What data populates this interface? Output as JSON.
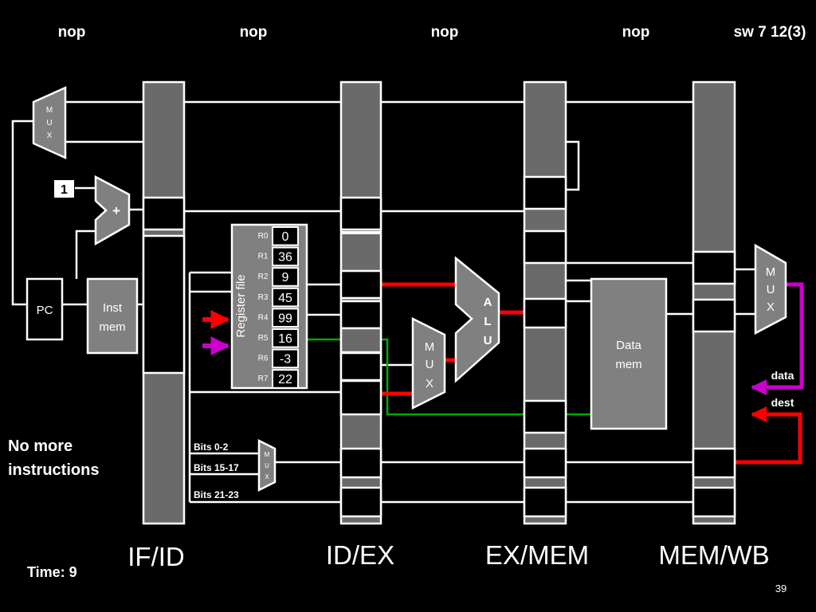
{
  "stage_instructions": [
    "nop",
    "nop",
    "nop",
    "nop",
    "sw 7 12(3)"
  ],
  "pipeline_registers": [
    "IF/ID",
    "ID/EX",
    "EX/MEM",
    "MEM/WB"
  ],
  "mux_label": [
    "M",
    "U",
    "X"
  ],
  "add_constant": "1",
  "add_symbol": "+",
  "pc_label": "PC",
  "inst_mem_label": [
    "Inst",
    "mem"
  ],
  "register_file": {
    "title": "Register file",
    "registers": [
      {
        "name": "R0",
        "value": "0"
      },
      {
        "name": "R1",
        "value": "36"
      },
      {
        "name": "R2",
        "value": "9"
      },
      {
        "name": "R3",
        "value": "45"
      },
      {
        "name": "R4",
        "value": "99"
      },
      {
        "name": "R5",
        "value": "16"
      },
      {
        "name": "R6",
        "value": "-3"
      },
      {
        "name": "R7",
        "value": "22"
      }
    ]
  },
  "alu_label": [
    "A",
    "L",
    "U"
  ],
  "data_mem_label": [
    "Data",
    "mem"
  ],
  "bits_labels": [
    "Bits 0-2",
    "Bits 15-17",
    "Bits 21-23"
  ],
  "writeback_labels": {
    "data": "data",
    "dest": "dest"
  },
  "status": [
    "No more",
    "instructions"
  ],
  "time_label": "Time: 9",
  "slide_number": "39",
  "colors": {
    "active": "#ff0000",
    "writeback": "#cc00cc",
    "bypass": "#00aa00",
    "register_gray": "#6a6a6a",
    "unit_gray": "#808080"
  }
}
